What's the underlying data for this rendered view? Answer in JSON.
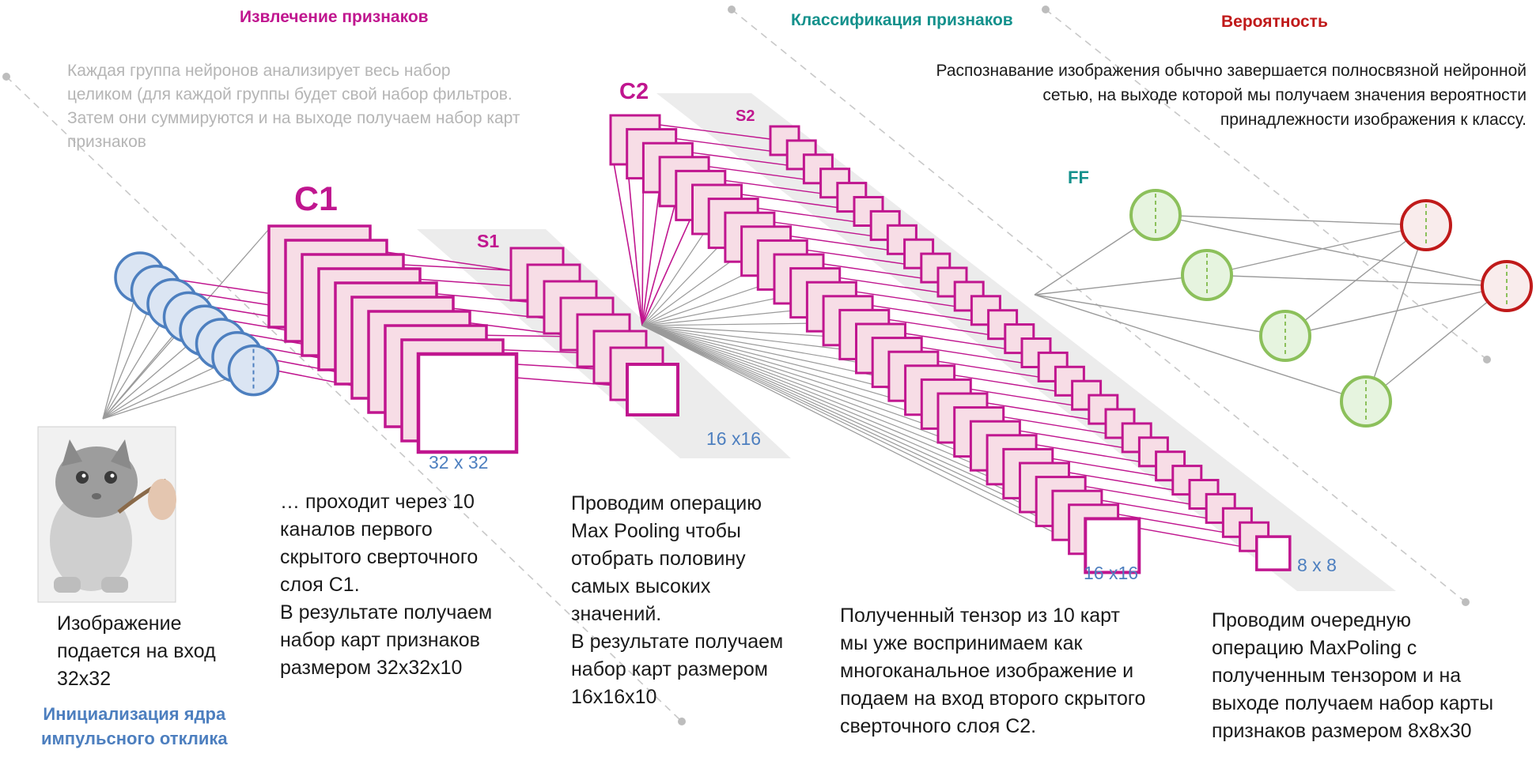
{
  "headings": {
    "feature_extraction": "Извлечение признаков",
    "feature_classification": "Классификация признаков",
    "probability": "Вероятность",
    "kernel_init": "Инициализация ядра\nимпульсного отклика"
  },
  "layer_labels": {
    "c1": "C1",
    "s1": "S1",
    "c2": "C2",
    "s2": "S2",
    "ff": "FF"
  },
  "size_labels": {
    "c1": "32 x 32",
    "s1": "16 x16",
    "c2": "16 x16",
    "s2": "8 x 8"
  },
  "descriptions": {
    "neuron_groups": "Каждая группа нейронов анализирует весь набор\nцеликом (для каждой группы будет свой набор фильтров.\nЗатем они суммируются и на выходе получаем набор карт\nпризнаков",
    "recognition": "Распознавание изображения обычно завершается полносвязной нейронной\nсетью, на выходе которой мы получаем значения вероятности\nпринадлежности изображения к классу.",
    "input": "Изображение\nподается на вход\n32x32",
    "c1": "… проходит через 10\nканалов первого\nскрытого сверточного\nслоя C1.\nВ результате получаем\nнабор карт признаков\nразмером 32x32x10",
    "s1": "Проводим операцию\nMax Pooling чтобы\nотобрать половину\nсамых высоких\nзначений.\nВ результате получаем\nнабор карт размером\n16x16x10",
    "c2": "Полученный тензор из 10 карт\nмы уже воспринимаем как\nмногоканальное изображение и\nподаем на вход второго скрытого\nсверточного слоя C2.",
    "s2": "Проводим очередную\nоперацию MaxPoling с\nполученным тензором и на\nвыходе получаем набор карты\nпризнаков размером 8x8x30"
  },
  "image": {
    "subject": "kitten-photo"
  },
  "colors": {
    "pink": "#c0168f",
    "map_fill": "#f7dde6",
    "teal": "#13918c",
    "red": "#c01a1a",
    "blue": "#4d7fbf",
    "input_fill": "#dbe5f3",
    "green": "#8cc05b",
    "green_fill": "#e6f4df",
    "red_fill": "#f9ecec",
    "band": "#ececec"
  }
}
